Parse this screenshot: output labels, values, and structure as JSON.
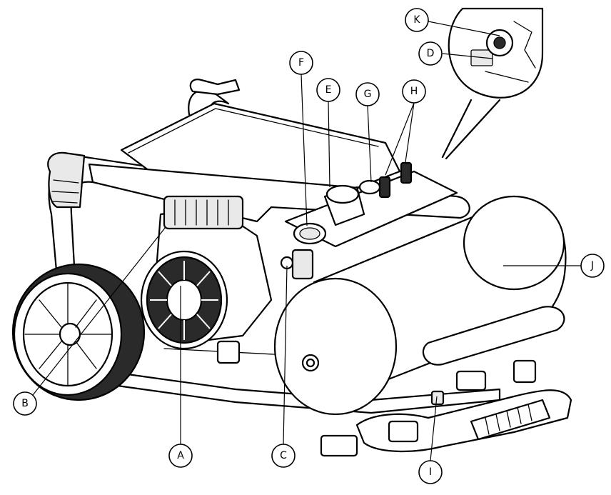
{
  "callouts": {
    "a": "A",
    "b": "B",
    "c": "C",
    "d": "D",
    "e": "E",
    "f": "F",
    "g": "G",
    "h": "H",
    "i": "I",
    "j": "J",
    "k": "K"
  }
}
